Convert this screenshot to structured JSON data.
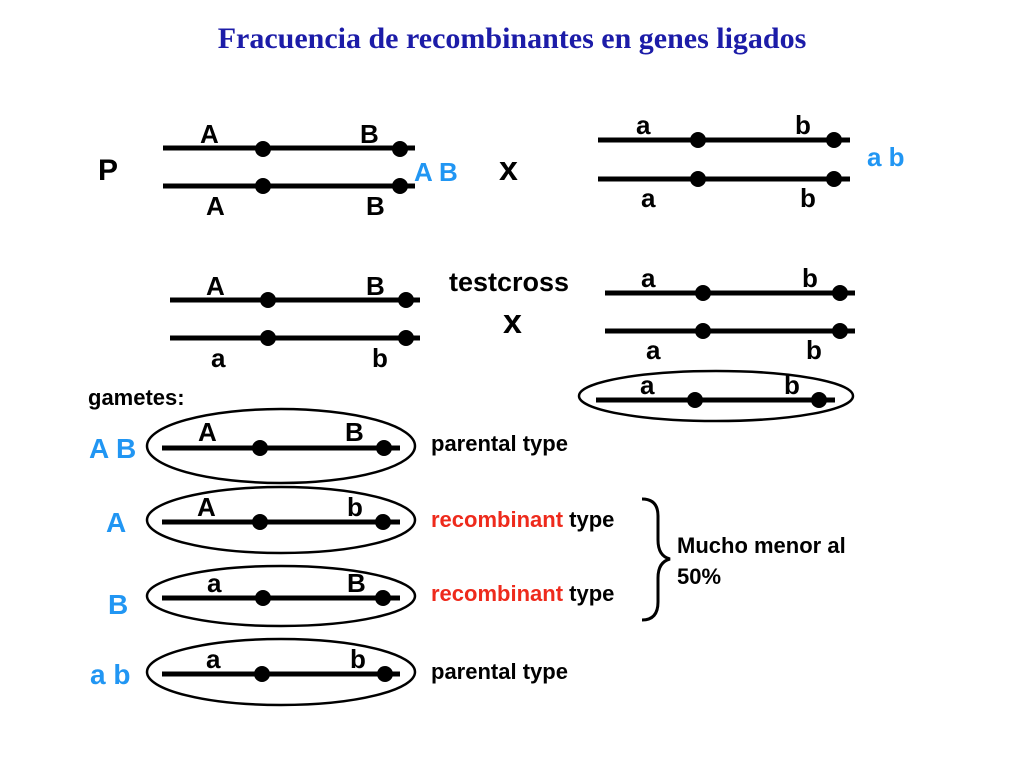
{
  "title": "Fracuencia de recombinantes en genes ligados",
  "colors": {
    "title": "#1c1ca8",
    "blue_label": "#2196f3",
    "red": "#ee2a1c",
    "black": "#000000"
  },
  "cross": {
    "p_label": "P",
    "cross_symbol": "x",
    "parent1": {
      "top_left": "A",
      "top_right": "B",
      "bottom_left": "A",
      "bottom_right": "B",
      "genotype": "A B"
    },
    "parent2": {
      "top_left": "a",
      "top_right": "b",
      "bottom_left": "a",
      "bottom_right": "b",
      "genotype": "a b"
    }
  },
  "testcross": {
    "label": "testcross",
    "cross_symbol": "x",
    "f1": {
      "top_left": "A",
      "top_right": "B",
      "bottom_left": "a",
      "bottom_right": "b"
    },
    "tester": {
      "top_left": "a",
      "top_right": "b",
      "bottom_left": "a",
      "bottom_right": "b"
    },
    "tester_gamete": {
      "left": "a",
      "right": "b"
    }
  },
  "gametes": {
    "heading": "gametes:",
    "rows": [
      {
        "genotype": "A B",
        "left": "A",
        "right": "B",
        "type_highlight": "",
        "type_suffix": "parental type"
      },
      {
        "genotype": "A",
        "left": "A",
        "right": "b",
        "type_highlight": "recombinant",
        "type_suffix": " type"
      },
      {
        "genotype": "B",
        "left": "a",
        "right": "B",
        "type_highlight": "recombinant",
        "type_suffix": " type"
      },
      {
        "genotype": "a b",
        "left": "a",
        "right": "b",
        "type_highlight": "",
        "type_suffix": "parental type"
      }
    ],
    "note_line1": "Mucho menor al",
    "note_line2": "50%"
  }
}
